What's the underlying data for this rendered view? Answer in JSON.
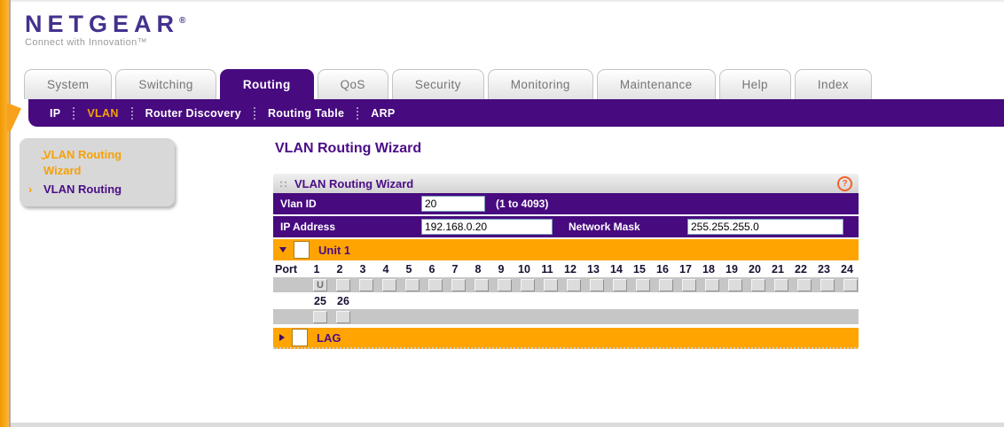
{
  "brand": {
    "name": "NETGEAR",
    "mark": "®",
    "tagline": "Connect with Innovation™"
  },
  "tabs": [
    {
      "label": "System",
      "active": false
    },
    {
      "label": "Switching",
      "active": false
    },
    {
      "label": "Routing",
      "active": true
    },
    {
      "label": "QoS",
      "active": false
    },
    {
      "label": "Security",
      "active": false
    },
    {
      "label": "Monitoring",
      "active": false
    },
    {
      "label": "Maintenance",
      "active": false
    },
    {
      "label": "Help",
      "active": false
    },
    {
      "label": "Index",
      "active": false
    }
  ],
  "submenu": [
    {
      "label": "IP",
      "active": false
    },
    {
      "label": "VLAN",
      "active": true
    },
    {
      "label": "Router Discovery",
      "active": false
    },
    {
      "label": "Routing Table",
      "active": false
    },
    {
      "label": "ARP",
      "active": false
    }
  ],
  "sidebar": [
    {
      "label": "VLAN Routing Wizard",
      "active": true,
      "arrow": "down"
    },
    {
      "label": "VLAN Routing",
      "active": false,
      "arrow": "right"
    }
  ],
  "page_title": "VLAN Routing Wizard",
  "panel": {
    "handle": "::",
    "title": "VLAN Routing Wizard",
    "help": "?",
    "vlan_id": {
      "label": "Vlan ID",
      "value": "20",
      "hint": "(1 to 4093)"
    },
    "ip_address": {
      "label": "IP Address",
      "value": "192.168.0.20"
    },
    "network_mask": {
      "label": "Network Mask",
      "value": "255.255.255.0"
    },
    "unit1": {
      "label": "Unit 1",
      "port_label": "Port",
      "ports_row1": [
        "1",
        "2",
        "3",
        "4",
        "5",
        "6",
        "7",
        "8",
        "9",
        "10",
        "11",
        "12",
        "13",
        "14",
        "15",
        "16",
        "17",
        "18",
        "19",
        "20",
        "21",
        "22",
        "23",
        "24"
      ],
      "ports_row2": [
        "25",
        "26"
      ],
      "membership_row1": {
        "1": "U"
      },
      "membership_row2": {}
    },
    "lag": {
      "label": "LAG"
    }
  },
  "colors": {
    "purple": "#470a7f",
    "orange_row": "#ffa400",
    "strip_orange": "#f7a11c",
    "active_link_orange": "#f7a106",
    "logo_purple": "#44318e",
    "help_orange": "#f0622a"
  }
}
